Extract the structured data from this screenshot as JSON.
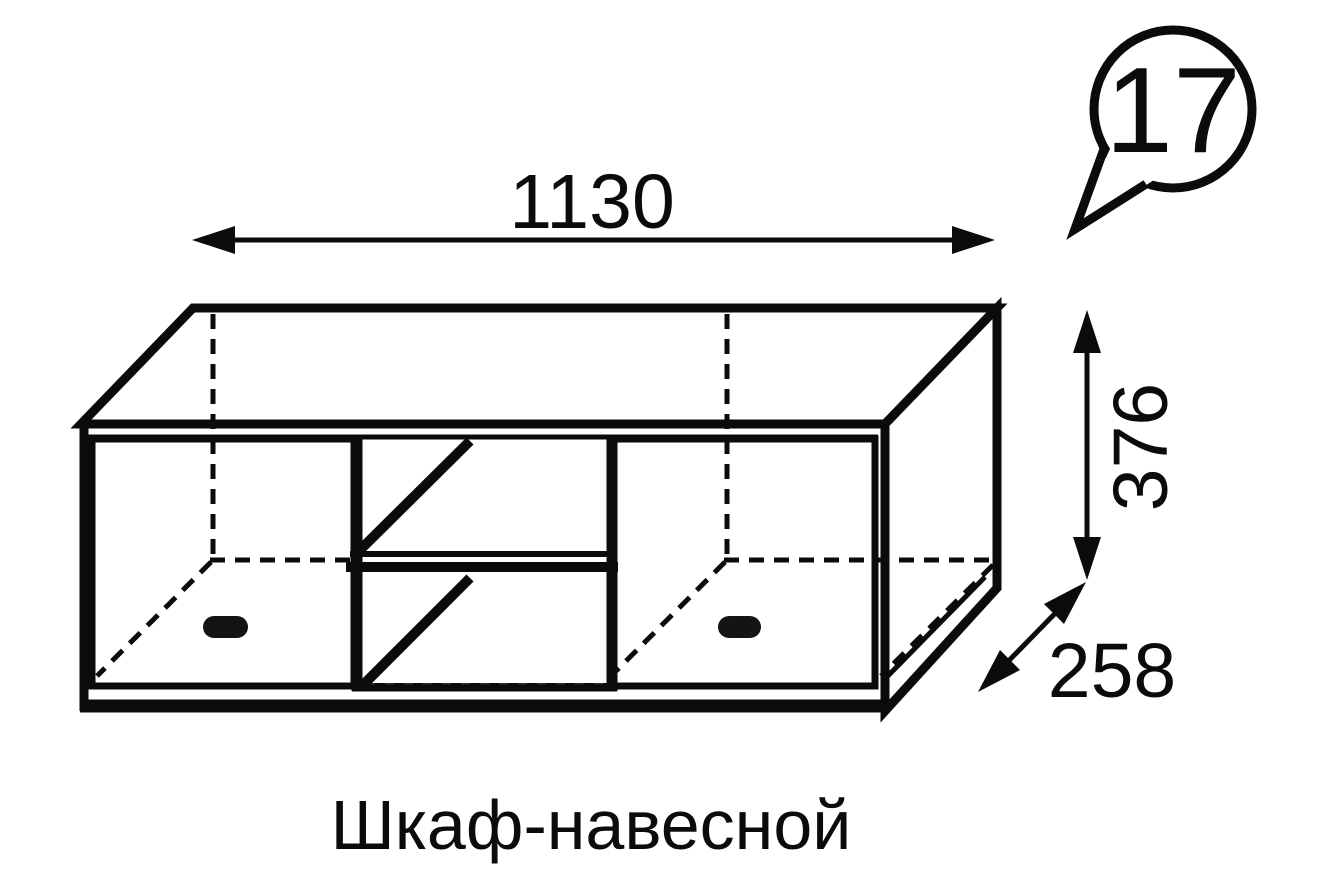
{
  "canvas": {
    "background": "#ffffff",
    "line_color": "#0b0b0b"
  },
  "callout": {
    "number": "17"
  },
  "dimensions": {
    "width": "1130",
    "height": "376",
    "depth": "258"
  },
  "caption": "Шкаф-навесной",
  "drawing": {
    "style": "technical line drawing, oblique projection",
    "features": [
      "left-door",
      "right-door",
      "open-middle-shelf-section",
      "two-door-handles",
      "hidden-edges-dashed"
    ]
  }
}
